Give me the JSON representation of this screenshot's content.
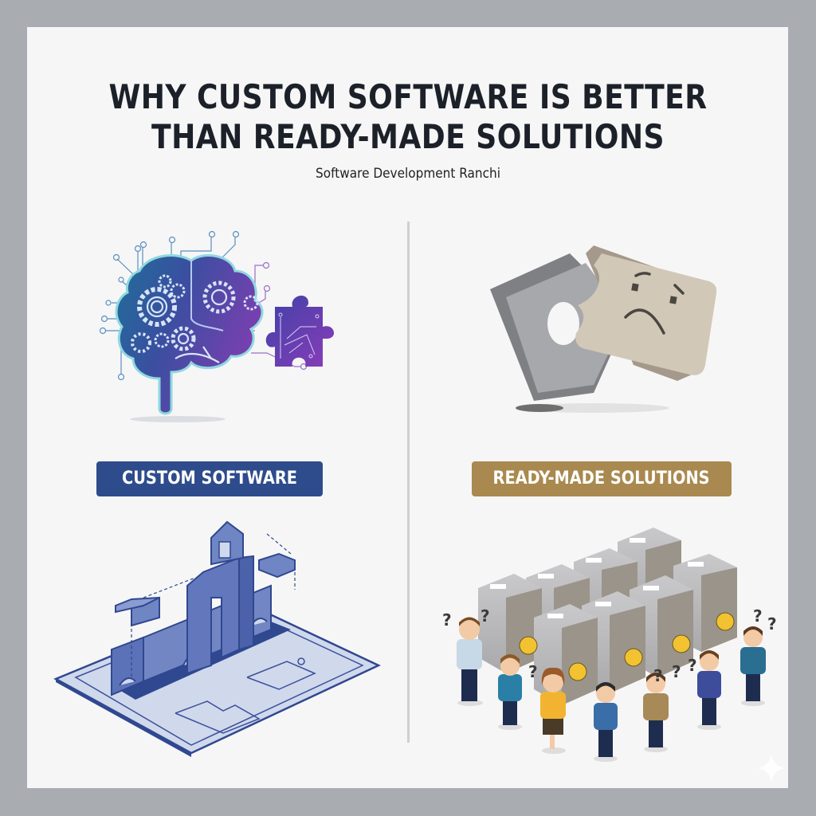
{
  "header": {
    "title_line1": "WHY CUSTOM SOFTWARE IS BETTER",
    "title_line2": "THAN READY-MADE SOLUTIONS",
    "subtitle": "Software Development Ranchi"
  },
  "left_panel": {
    "label": "CUSTOM SOFTWARE",
    "label_color": "#2e4c8c",
    "top_illustration": "brain-with-gears-and-puzzle-icon",
    "bottom_illustration": "modular-blueprint-building-icon"
  },
  "right_panel": {
    "label": "READY-MADE SOLUTIONS",
    "label_color": "#a9894f",
    "top_illustration": "mismatched-sad-puzzle-icon",
    "bottom_illustration": "confused-people-with-server-boxes-icon",
    "question_mark": "?"
  },
  "colors": {
    "frame": "#a9acb1",
    "card": "#f6f6f6",
    "title_text": "#1c2129",
    "divider": "#cfcfd1"
  }
}
